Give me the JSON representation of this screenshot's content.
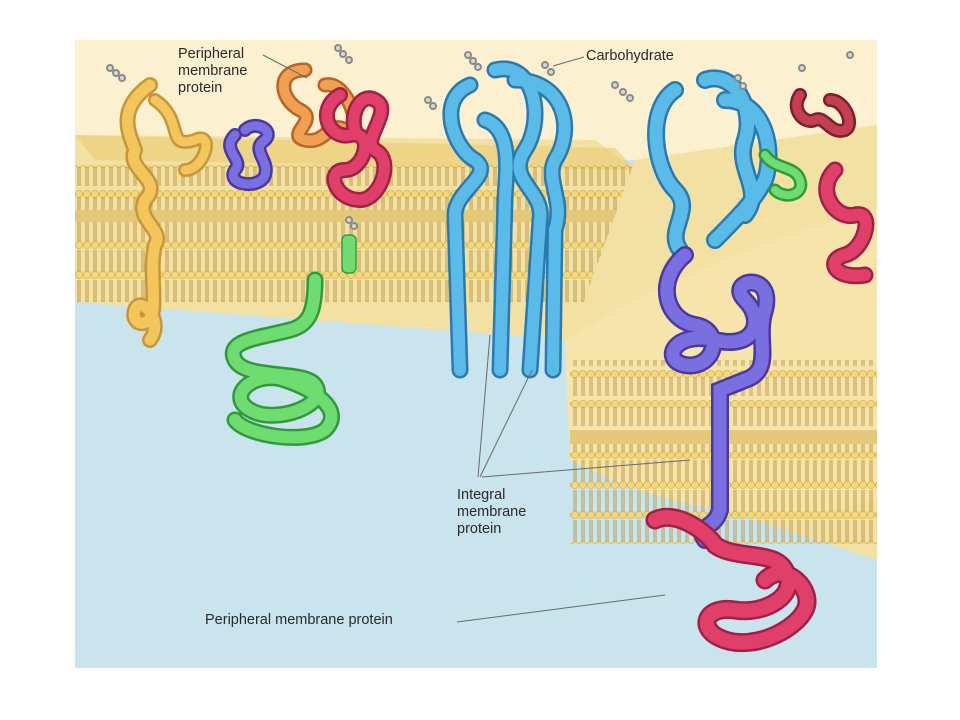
{
  "labels": {
    "peripheral_top": "Peripheral\nmembrane\nprotein",
    "carbohydrate": "Carbohydrate",
    "integral": "Integral\nmembrane\nprotein",
    "peripheral_bottom": "Peripheral membrane protein"
  },
  "colors": {
    "background": "#c9e4ec",
    "top_region": "#fbf0cf",
    "lipid_head": "#f2d36e",
    "lipid_tail": "#e6c66a",
    "protein_blue": "#5bbbe8",
    "protein_purple": "#7a6fe0",
    "protein_red": "#e03f6a",
    "protein_green": "#6fdc72",
    "protein_orange": "#f0a050",
    "protein_yellow": "#f2c65a",
    "carbohydrate": "#c8c8c8"
  }
}
